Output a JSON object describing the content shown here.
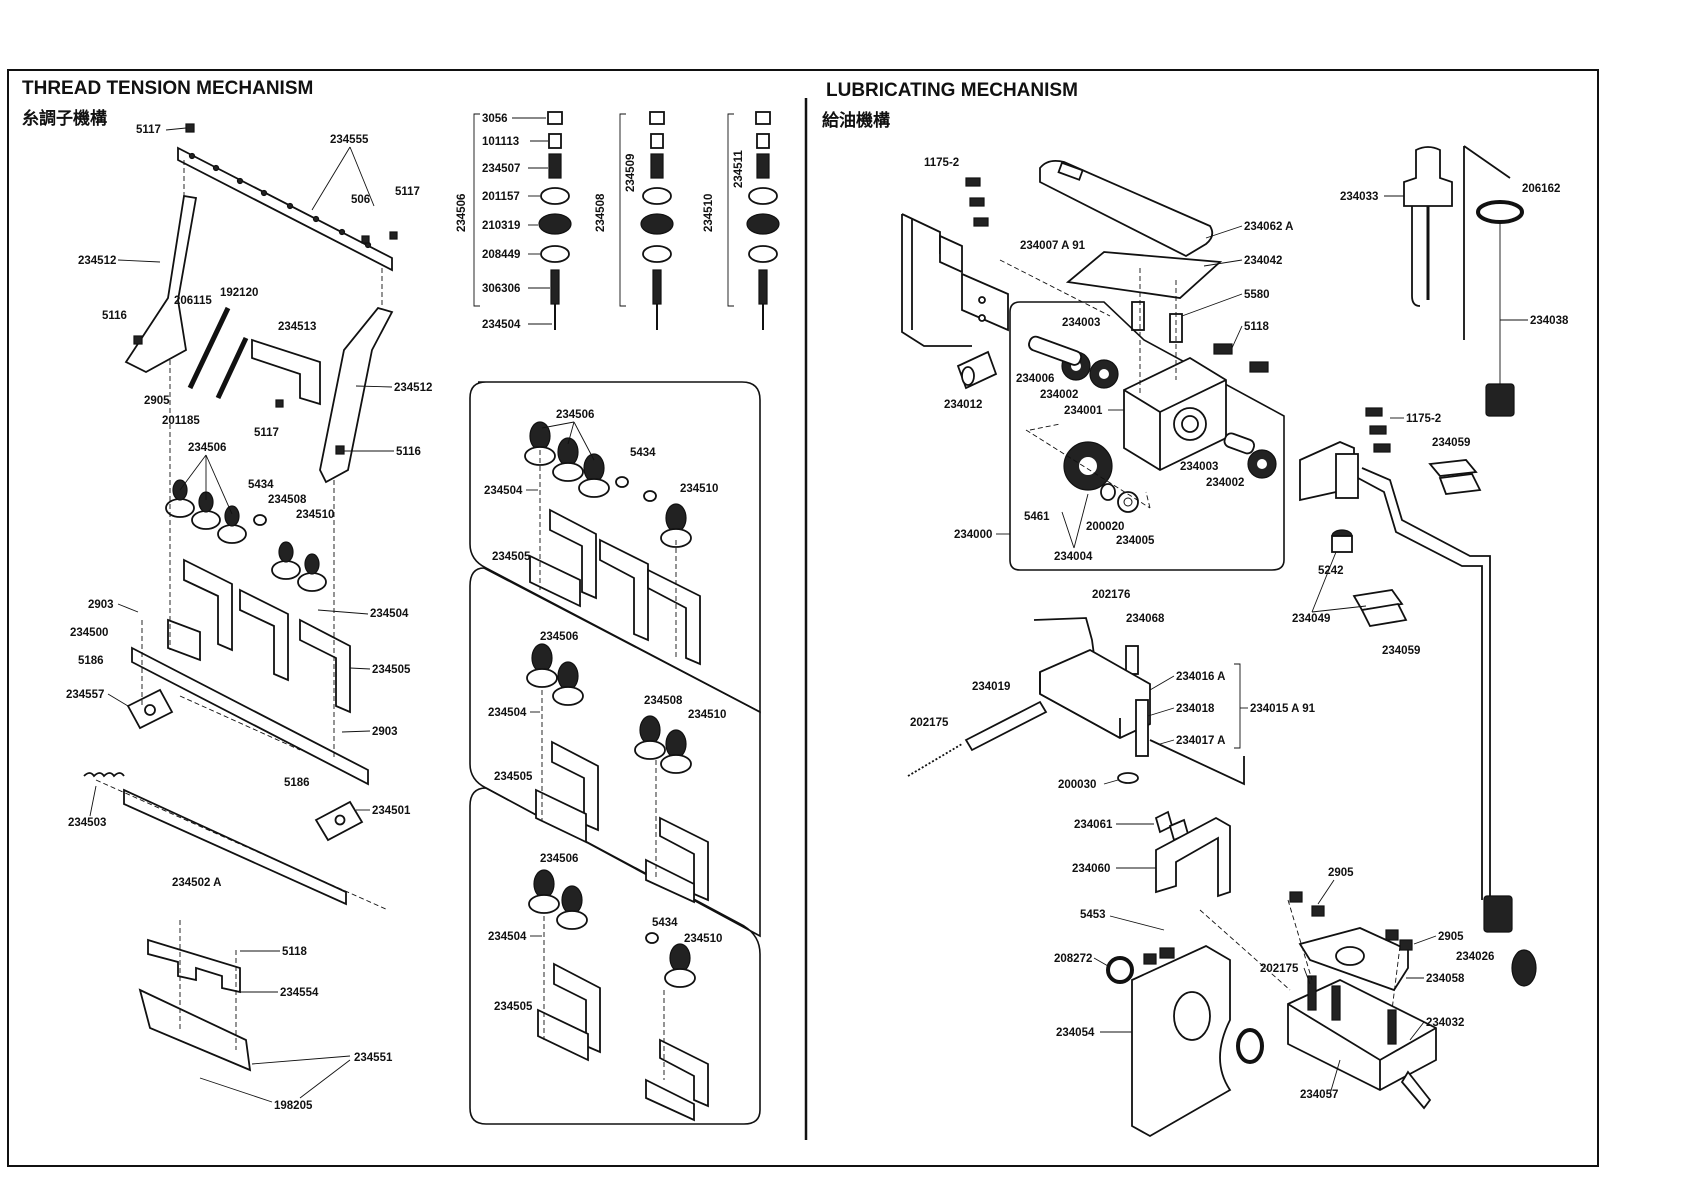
{
  "sections": {
    "thread_tension": {
      "title": "THREAD TENSION MECHANISM",
      "subtitle": "糸調子機構"
    },
    "lubricating": {
      "title": "LUBRICATING MECHANISM",
      "subtitle": "給油機構"
    }
  },
  "parts": {
    "p5117a": "5117",
    "p234555": "234555",
    "p506": "506",
    "p5117b": "5117",
    "p234512a": "234512",
    "p206115": "206115",
    "p192120": "192120",
    "p5116a": "5116",
    "p234513": "234513",
    "p2905a": "2905",
    "p201185": "201185",
    "p5117c": "5117",
    "p234512b": "234512",
    "p5116b": "5116",
    "p234506a": "234506",
    "p5434a": "5434",
    "p234508a": "234508",
    "p234510a": "234510",
    "p2903a": "2903",
    "p234504a": "234504",
    "p234500": "234500",
    "p5186a": "5186",
    "p234505a": "234505",
    "p234557": "234557",
    "p2903b": "2903",
    "p5186b": "5186",
    "p234501": "234501",
    "p234503": "234503",
    "p234502A": "234502 A",
    "p5118a": "5118",
    "p234554": "234554",
    "p234551": "234551",
    "p198205": "198205",
    "s3056": "3056",
    "s101113": "101113",
    "s234507": "234507",
    "s201157": "201157",
    "s210319": "210319",
    "s208449": "208449",
    "s306306": "306306",
    "s234504": "234504",
    "g234506": "234506",
    "g234508": "234508",
    "g234509": "234509",
    "g234510": "234510",
    "g234511": "234511",
    "b1_234506": "234506",
    "b1_234504": "234504",
    "b1_5434": "5434",
    "b1_234510": "234510",
    "b1_234505": "234505",
    "b2_234506": "234506",
    "b2_234504": "234504",
    "b2_234508": "234508",
    "b2_234510": "234510",
    "b2_234505": "234505",
    "b3_234506": "234506",
    "b3_234504": "234504",
    "b3_5434": "5434",
    "b3_234510": "234510",
    "b3_234505": "234505",
    "l1175_2a": "1175-2",
    "l234007A91": "234007 A 91",
    "l234062A": "234062 A",
    "l234042": "234042",
    "l5580": "5580",
    "l5118": "5118",
    "l234003a": "234003",
    "l234006": "234006",
    "l234002a": "234002",
    "l234001": "234001",
    "l234012": "234012",
    "l234003b": "234003",
    "l234002b": "234002",
    "l5461": "5461",
    "l200020": "200020",
    "l234005": "234005",
    "l234000": "234000",
    "l234004": "234004",
    "l234033": "234033",
    "l206162": "206162",
    "l234038": "234038",
    "l1175_2b": "1175-2",
    "l234059a": "234059",
    "l5242": "5242",
    "l234049": "234049",
    "l234059b": "234059",
    "l202176": "202176",
    "l234068": "234068",
    "l234019": "234019",
    "l234016A": "234016 A",
    "l234018": "234018",
    "l234015A91": "234015 A 91",
    "l202175a": "202175",
    "l234017A": "234017 A",
    "l200030": "200030",
    "l234061": "234061",
    "l234060": "234060",
    "l2905": "2905",
    "l5453": "5453",
    "l208272": "208272",
    "l202175b": "202175",
    "l2905b": "2905",
    "l234026": "234026",
    "l234058": "234058",
    "l234054": "234054",
    "l234032": "234032",
    "l234057": "234057"
  }
}
